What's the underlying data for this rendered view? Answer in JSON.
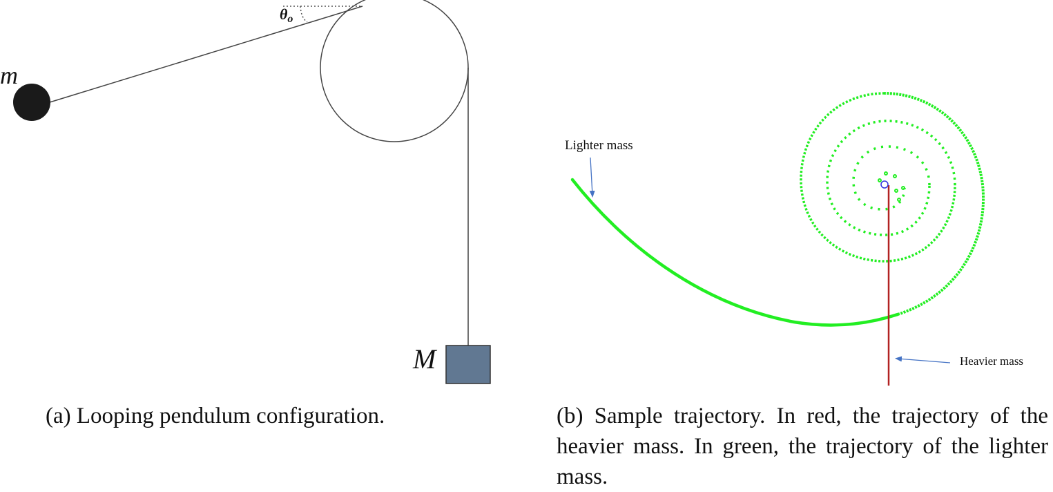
{
  "figure_a": {
    "caption": "(a) Looping pendulum configuration.",
    "labels": {
      "light_mass": "m",
      "heavy_mass": "M",
      "angle": "θ",
      "angle_subscript": "o"
    },
    "colors": {
      "light_mass_fill": "#1a1a1a",
      "heavy_mass_fill": "#617892",
      "string": "#444444",
      "pulley_stroke": "#444444"
    }
  },
  "figure_b": {
    "caption": "(b) Sample trajectory. In red, the trajectory of the heavier mass. In green, the trajectory of the lighter mass.",
    "annotations": {
      "lighter": "Lighter mass",
      "heavier": "Heavier mass"
    },
    "colors": {
      "lighter_trajectory": "#22ee22",
      "heavier_trajectory": "#b22222",
      "pivot_marker": "#3333dd",
      "arrow": "#4472c4"
    }
  }
}
